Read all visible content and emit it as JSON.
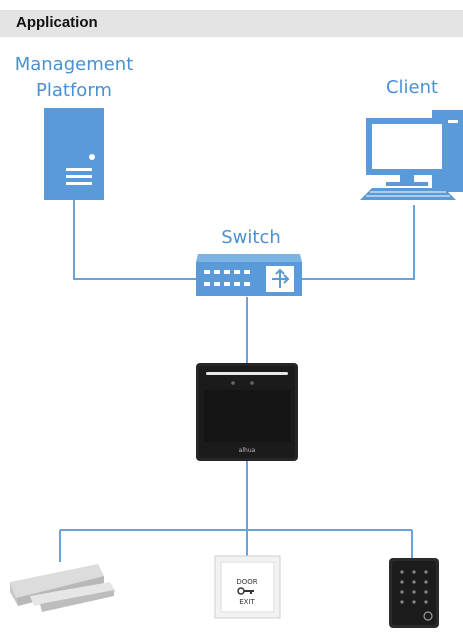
{
  "header": {
    "title": "Application"
  },
  "nodes": {
    "management_platform": {
      "label_line1": "Management",
      "label_line2": "Platform"
    },
    "client": {
      "label": "Client"
    },
    "switch": {
      "label": "Switch"
    },
    "device_logo": "alhua",
    "exit_button": {
      "line1": "DOOR",
      "line2": "EXIT"
    }
  },
  "colors": {
    "line": "#5b9bd5",
    "icon": "#4a90d2",
    "header_bg": "#e4e4e4",
    "device_dark": "#1e1e1e"
  }
}
